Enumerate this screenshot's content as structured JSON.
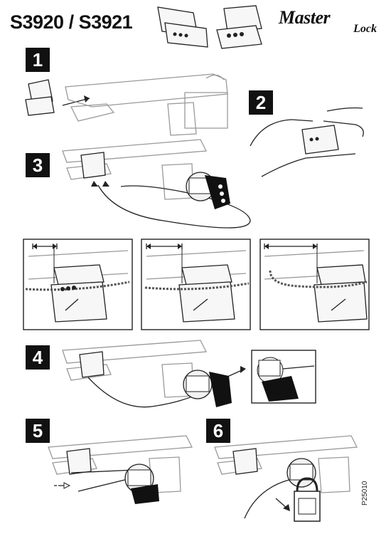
{
  "header": {
    "model_numbers": "S3920 / S3921",
    "brand_master": "Master",
    "brand_lock": "Lock"
  },
  "steps": [
    {
      "number": "1"
    },
    {
      "number": "2"
    },
    {
      "number": "3"
    },
    {
      "number": "4"
    },
    {
      "number": "5"
    },
    {
      "number": "6"
    }
  ],
  "footer": {
    "document_code": "P25010"
  }
}
